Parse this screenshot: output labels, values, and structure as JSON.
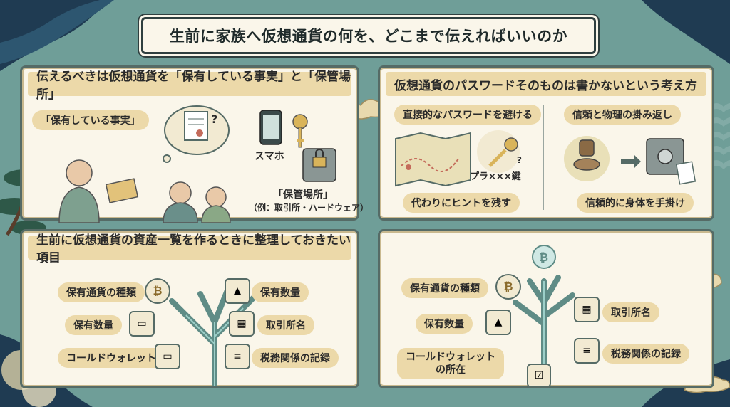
{
  "title": "生前に家族へ仮想通貨の何を、どこまで伝えればいいのか",
  "panel_tl": {
    "heading": "伝えるべきは仮想通貨を「保有している事実」と「保管場所」",
    "fact_label": "「保有している事実」",
    "smartphone_label": "スマホ",
    "location_label": "「保管場所」",
    "location_example": "（例：取引所・ハードウェア）"
  },
  "panel_tr": {
    "heading": "仮想通貨のパスワードそのものは書かないという考え方",
    "left_title": "直接的なパスワードを避ける",
    "key_label": "プラ×××鍵",
    "left_caption": "代わりにヒントを残す",
    "right_title": "信頼と物理の掛み返し",
    "right_caption": "信頼的に身体を手掛け"
  },
  "panel_bl": {
    "heading": "生前に仮想通貨の資産一覧を作るときに整理しておきたい項目",
    "items_left": [
      "保有通貨の種類",
      "保有数量",
      "コールドウォレット"
    ],
    "items_right": [
      "保有数量",
      "取引所名",
      "税務関係の記録"
    ]
  },
  "panel_br": {
    "items_left": [
      "保有通貨の種類",
      "保有数量",
      "コールドウォレット\nの所在"
    ],
    "items_right": [
      "取引所名",
      "税務関係の記録"
    ]
  },
  "colors": {
    "background": "#6f9e98",
    "panel": "#faf6ea",
    "accent": "#ecd9a9",
    "dark": "#2f3f3f"
  }
}
